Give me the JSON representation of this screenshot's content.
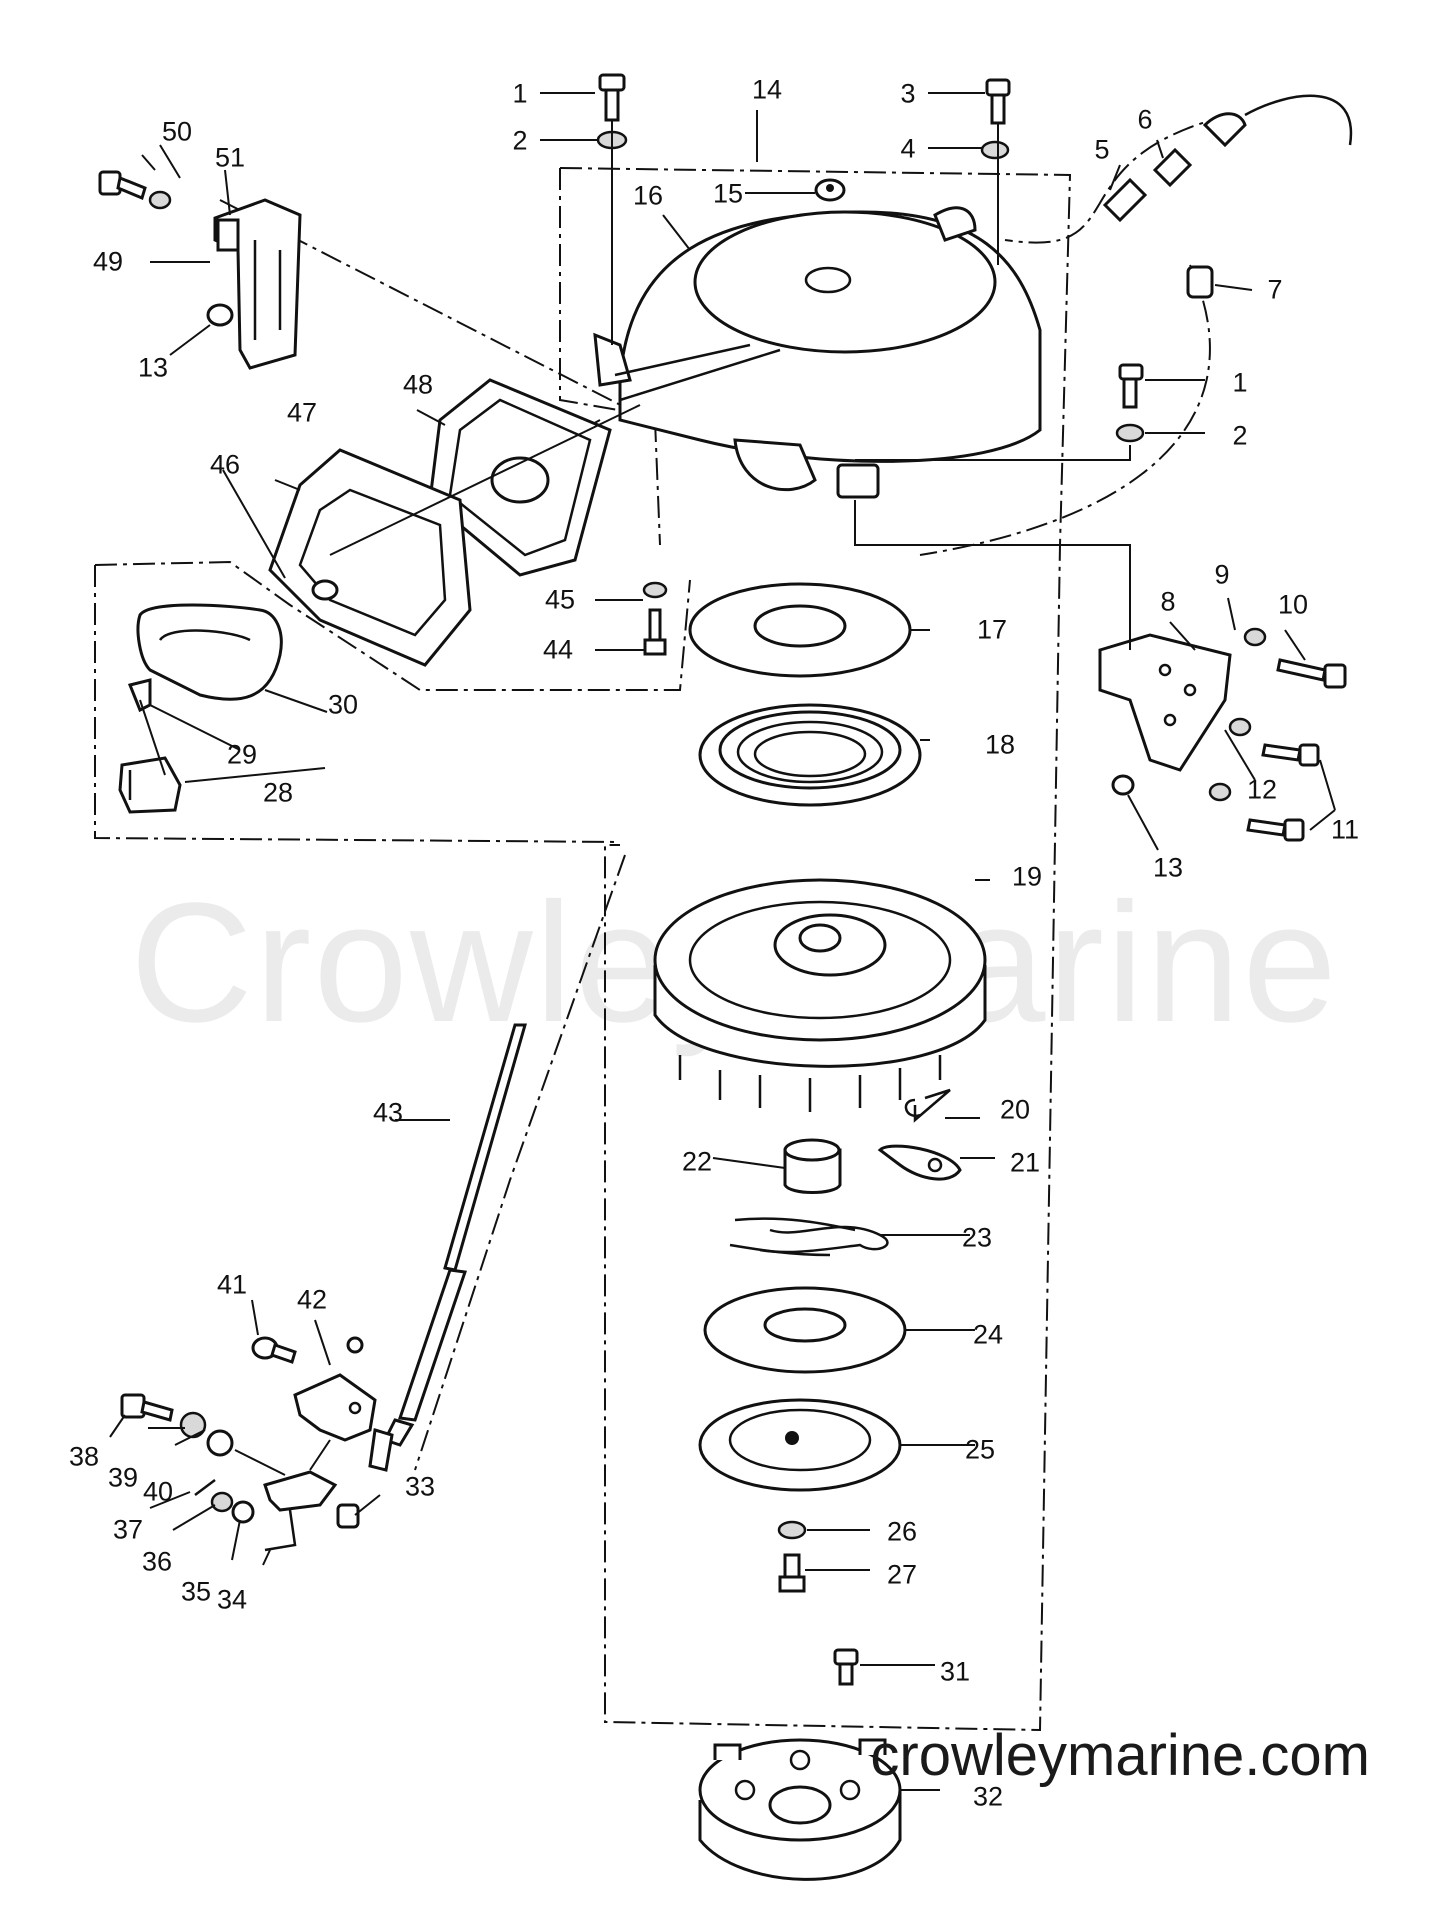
{
  "watermark": {
    "text": "Crowley Marine",
    "color": "#ebebeb"
  },
  "website": {
    "text": "crowleymarine.com",
    "color": "#1a1a1a"
  },
  "callouts": [
    "1",
    "2",
    "3",
    "4",
    "5",
    "6",
    "7",
    "8",
    "9",
    "10",
    "11",
    "12",
    "13",
    "14",
    "15",
    "16",
    "17",
    "18",
    "19",
    "20",
    "21",
    "22",
    "23",
    "24",
    "25",
    "26",
    "27",
    "28",
    "29",
    "30",
    "31",
    "32",
    "33",
    "34",
    "35",
    "36",
    "37",
    "38",
    "39",
    "40",
    "41",
    "42",
    "43",
    "44",
    "45",
    "46",
    "47",
    "48",
    "49",
    "50",
    "51"
  ]
}
